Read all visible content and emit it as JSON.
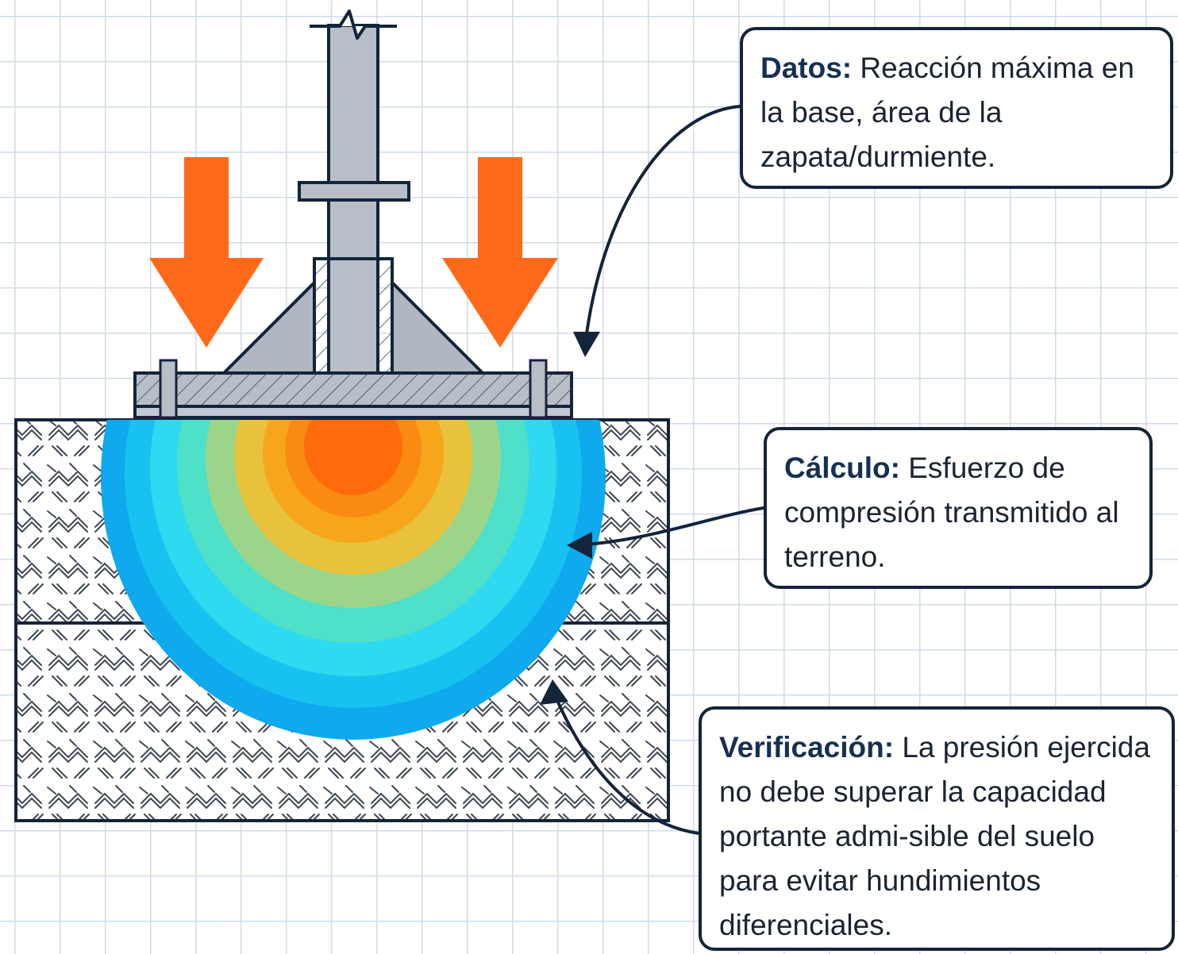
{
  "callouts": {
    "datos": {
      "keyword": "Datos:",
      "text": "Reacción máxima en la base, área de la zapata/durmiente."
    },
    "calculo": {
      "keyword": "Cálculo:",
      "text": "Esfuerzo de compresión transmitido al terreno."
    },
    "verificacion": {
      "keyword": "Verificación:",
      "text": "La presión ejercida no debe superar la capacidad portante admi-sible del suelo para evitar hundimientos diferenciales."
    }
  },
  "colors": {
    "grid": "#cfdbe8",
    "outline": "#14243a",
    "steel": "#b8bec8",
    "load_arrow": "#ff6a1a",
    "pressure_bulb": [
      "#0fa9ee",
      "#18c2f0",
      "#2fdaf0",
      "#4ee0c8",
      "#9bd58a",
      "#e8c23a",
      "#f7a61c",
      "#fb8a12",
      "#ff6a0c"
    ]
  },
  "icons": [
    "load-arrow-left-icon",
    "load-arrow-right-icon",
    "column-break-icon"
  ]
}
